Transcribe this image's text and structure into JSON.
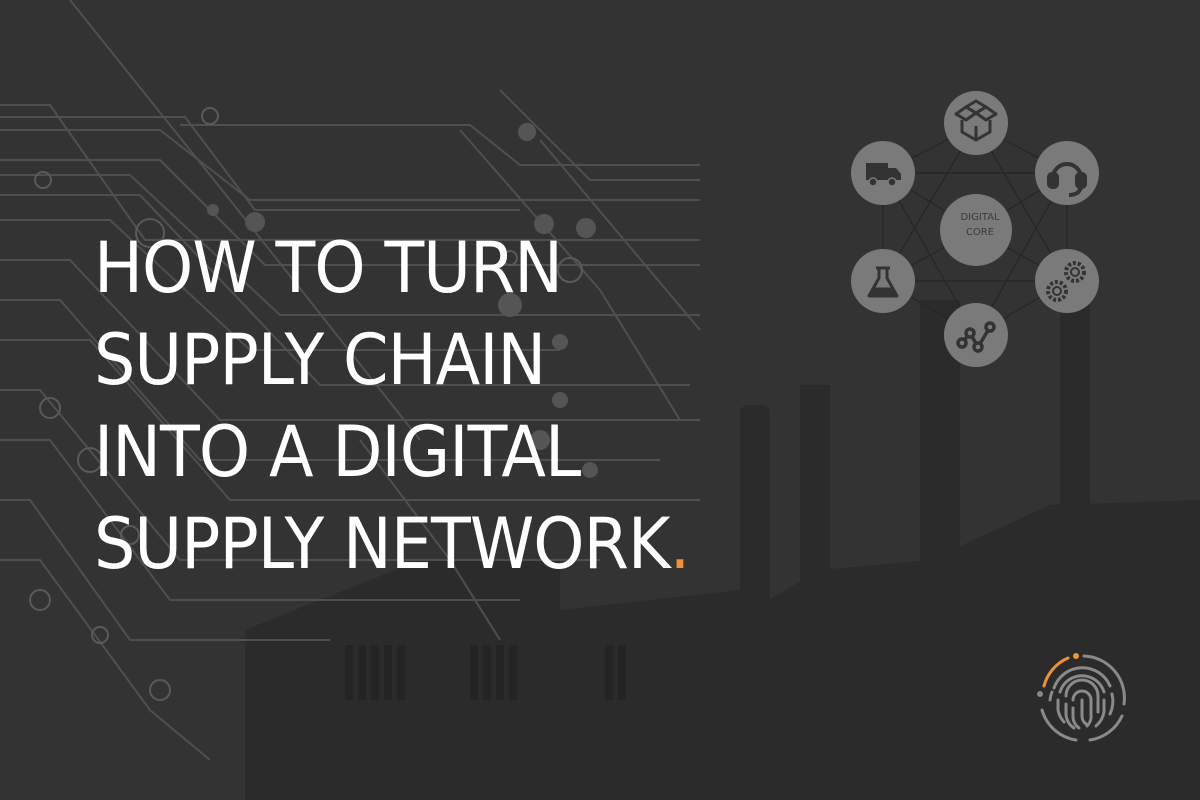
{
  "headline": {
    "lines": [
      "HOW TO TURN",
      "SUPPLY CHAIN",
      "INTO A DIGITAL",
      "SUPPLY NETWORK"
    ],
    "end_mark": ".",
    "text_color": "#ffffff",
    "accent_color": "#f0913a"
  },
  "network_diagram": {
    "center_label": [
      "DIGITAL",
      "CORE"
    ],
    "nodes": [
      {
        "icon": "box-icon",
        "position": "top"
      },
      {
        "icon": "headset-icon",
        "position": "upper-right"
      },
      {
        "icon": "gears-icon",
        "position": "lower-right"
      },
      {
        "icon": "analytics-icon",
        "position": "bottom"
      },
      {
        "icon": "flask-icon",
        "position": "lower-left"
      },
      {
        "icon": "truck-icon",
        "position": "upper-left"
      }
    ],
    "node_color": "#7a7a7a",
    "icon_color": "#333333"
  },
  "logo": {
    "icon": "fingerprint-icon",
    "accent_color": "#f0913a",
    "color": "#8a8a8a"
  },
  "background": {
    "color": "#333333",
    "decor": [
      "circuit-lines",
      "factory-silhouette"
    ]
  }
}
